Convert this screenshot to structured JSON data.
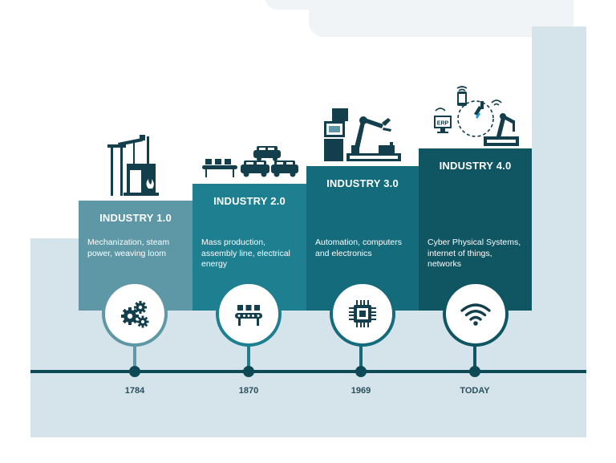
{
  "stages": [
    {
      "title": "INDUSTRY 1.0",
      "description": "Mechanization, steam power, weaving loom",
      "year": "1784",
      "color": "#5e98a6",
      "icon": "gears-icon"
    },
    {
      "title": "INDUSTRY 2.0",
      "description": "Mass production, assembly line, electrical energy",
      "year": "1870",
      "color": "#1d7f90",
      "icon": "conveyor-belt-icon"
    },
    {
      "title": "INDUSTRY 3.0",
      "description": "Automation, computers and electronics",
      "year": "1969",
      "color": "#136b7b",
      "icon": "microchip-icon"
    },
    {
      "title": "INDUSTRY 4.0",
      "description": "Cyber Physical Systems, internet of things, networks",
      "year": "TODAY",
      "color": "#0f5562",
      "icon": "wifi-icon"
    }
  ],
  "erp_label": "ERP",
  "colors": {
    "background_block": "#d5e3ea",
    "timeline": "#0d4a56",
    "dark_icon": "#123f4b"
  }
}
